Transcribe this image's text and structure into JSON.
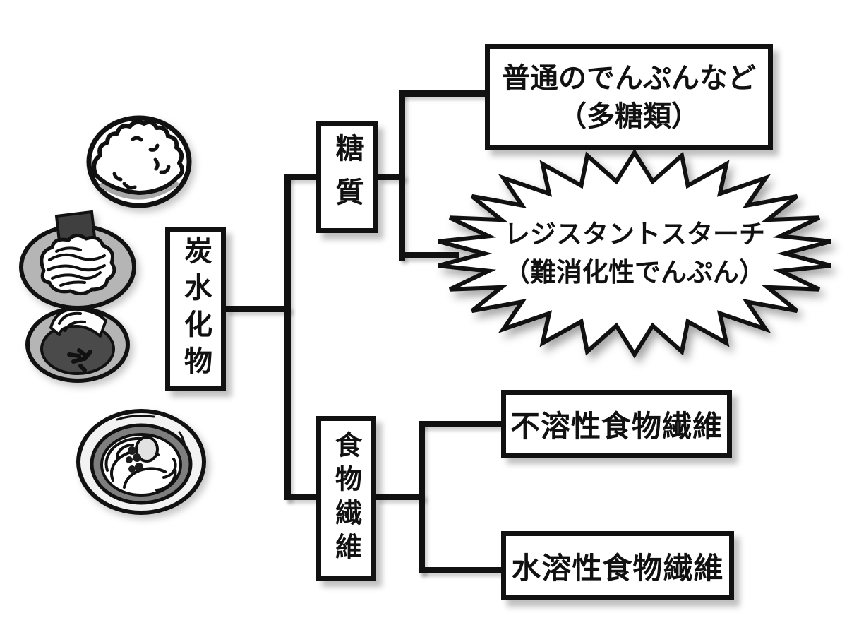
{
  "nodes": {
    "root": {
      "label": "炭水化物"
    },
    "sugar": {
      "label": "糖質"
    },
    "fiber": {
      "label": "食物繊維"
    },
    "starch": {
      "line1": "普通のでんぷんなど",
      "line2": "（多糖類）"
    },
    "resistant_starch": {
      "line1": "レジスタントスターチ",
      "line2": "（難消化性でんぷん）"
    },
    "insoluble": {
      "label": "不溶性食物繊維"
    },
    "soluble": {
      "label": "水溶性食物繊維"
    }
  },
  "icons": [
    {
      "name": "rice-bowl-icon",
      "depicts": "bowl of white rice"
    },
    {
      "name": "zaru-soba-icon",
      "depicts": "plate of noodles with nori and dipping sauce bowl"
    },
    {
      "name": "udon-bowl-icon",
      "depicts": "bowl of udon noodles with topping"
    }
  ],
  "colors": {
    "line": "#111111",
    "background": "#ffffff",
    "box_fill": "#ffffff",
    "plate_gray": "#b5b5b5",
    "nori_dark": "#3f3f3f",
    "sauce_dark": "#4a4a4a",
    "broth_gray": "#7e7e7e",
    "rim_light": "#f2f2f2",
    "rice_shade": "#a8a8a8"
  }
}
